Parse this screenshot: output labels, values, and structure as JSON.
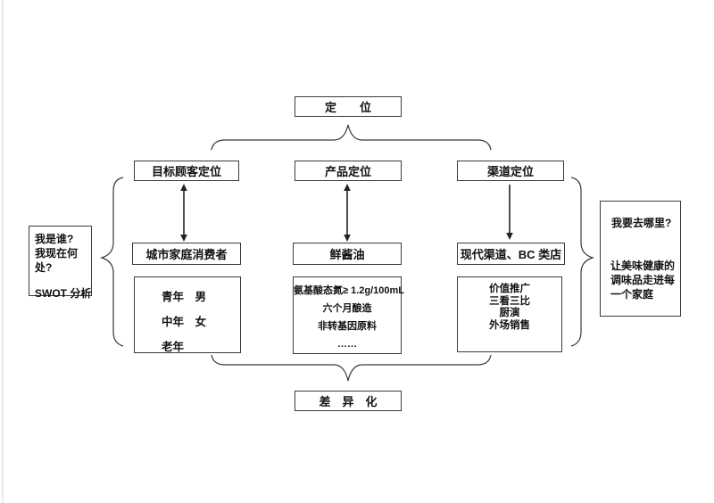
{
  "diagram": {
    "top_box": {
      "label": "定　　位"
    },
    "columns": [
      {
        "header": "目标顾客定位",
        "arrow": "double-vertical",
        "mid": "城市家庭消费者",
        "details": [
          "青年　男",
          "中年　女",
          "老年"
        ]
      },
      {
        "header": "产品定位",
        "arrow": "double-vertical",
        "mid": "鲜酱油",
        "details": [
          "氨基酸态氮≥ 1.2g/100mL",
          "六个月酿造",
          "非转基因原料",
          "……"
        ]
      },
      {
        "header": "渠道定位",
        "arrow": "single-down",
        "mid": "现代渠道、BC 类店",
        "details": [
          "价值推广",
          "三看三比",
          "厨演",
          "外场销售"
        ]
      }
    ],
    "bottom_box": {
      "label": "差　异　化"
    },
    "left_note": {
      "line1": "我是谁?",
      "line2": "我现在何处?",
      "line3": "SWOT 分析"
    },
    "right_note": {
      "question": "我要去哪里?",
      "answer": "让美味健康的调味品走进每一个家庭"
    }
  },
  "colors": {
    "background": "#ffffff",
    "line": "#3a3a3a",
    "text": "#111111"
  }
}
